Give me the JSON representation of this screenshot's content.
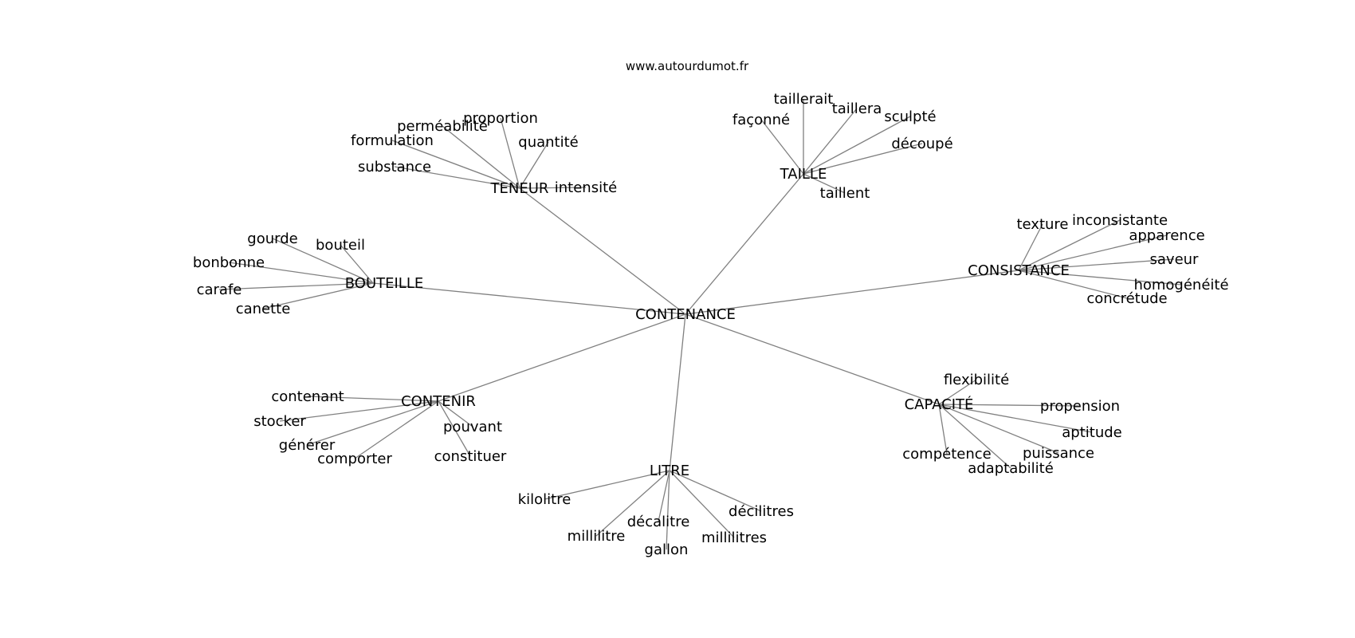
{
  "source": "www.autourdumot.fr",
  "center": "CONTENANCE",
  "edge_color": "#808080",
  "clusters": [
    {
      "label": "TENEUR",
      "words": [
        "proportion",
        "perméabilité",
        "formulation",
        "quantité",
        "substance",
        "intensité"
      ]
    },
    {
      "label": "TAILLE",
      "words": [
        "taillerait",
        "taillera",
        "façonné",
        "sculpté",
        "découpé",
        "taillent"
      ]
    },
    {
      "label": "BOUTEILLE",
      "words": [
        "gourde",
        "bouteil",
        "bonbonne",
        "carafe",
        "canette"
      ]
    },
    {
      "label": "CONSISTANCE",
      "words": [
        "texture",
        "inconsistante",
        "apparence",
        "saveur",
        "homogénéité",
        "concrétude"
      ]
    },
    {
      "label": "CONTENIR",
      "words": [
        "contenant",
        "stocker",
        "générer",
        "comporter",
        "pouvant",
        "constituer"
      ]
    },
    {
      "label": "CAPACITÉ",
      "words": [
        "flexibilité",
        "propension",
        "aptitude",
        "puissance",
        "compétence",
        "adaptabilité"
      ]
    },
    {
      "label": "LITRE",
      "words": [
        "kilolitre",
        "décilitres",
        "décalitre",
        "millilitre",
        "millilitres",
        "gallon"
      ]
    }
  ]
}
